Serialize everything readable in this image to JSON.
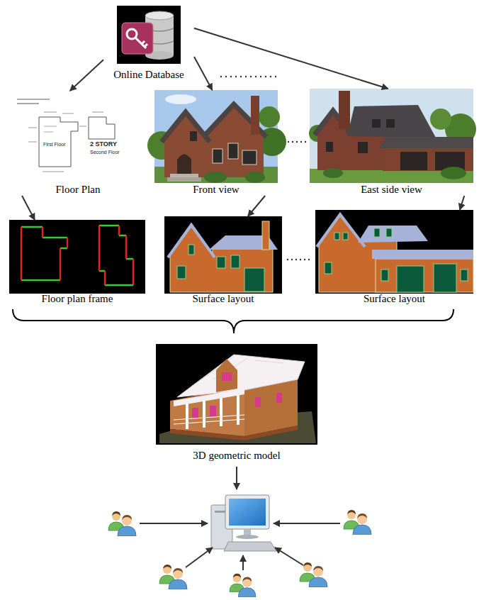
{
  "diagram": {
    "nodes": [
      {
        "text": [
          "Online Database"
        ]
      },
      {
        "text": [
          "Floor Plan"
        ]
      },
      {
        "text": [
          "Front view"
        ]
      },
      {
        "text": [
          "East side view"
        ]
      },
      {
        "text": [
          "Floor plan frame"
        ]
      },
      {
        "text": [
          "Surface layout"
        ]
      },
      {
        "text": [
          "Surface layout"
        ]
      },
      {
        "text": [
          "3D geometric model"
        ]
      }
    ],
    "edges": [
      {
        "from": 0,
        "to": 1,
        "arrow": "to"
      },
      {
        "from": 0,
        "to": 2,
        "arrow": "to"
      },
      {
        "from": 0,
        "to": 3,
        "arrow": "to"
      },
      {
        "from": 1,
        "to": 4,
        "arrow": "to"
      },
      {
        "from": 2,
        "to": 5,
        "arrow": "to"
      },
      {
        "from": 3,
        "to": 6,
        "arrow": "to"
      }
    ],
    "labels": [
      "First Floor",
      "2 STORY",
      "Second Floor"
    ]
  }
}
